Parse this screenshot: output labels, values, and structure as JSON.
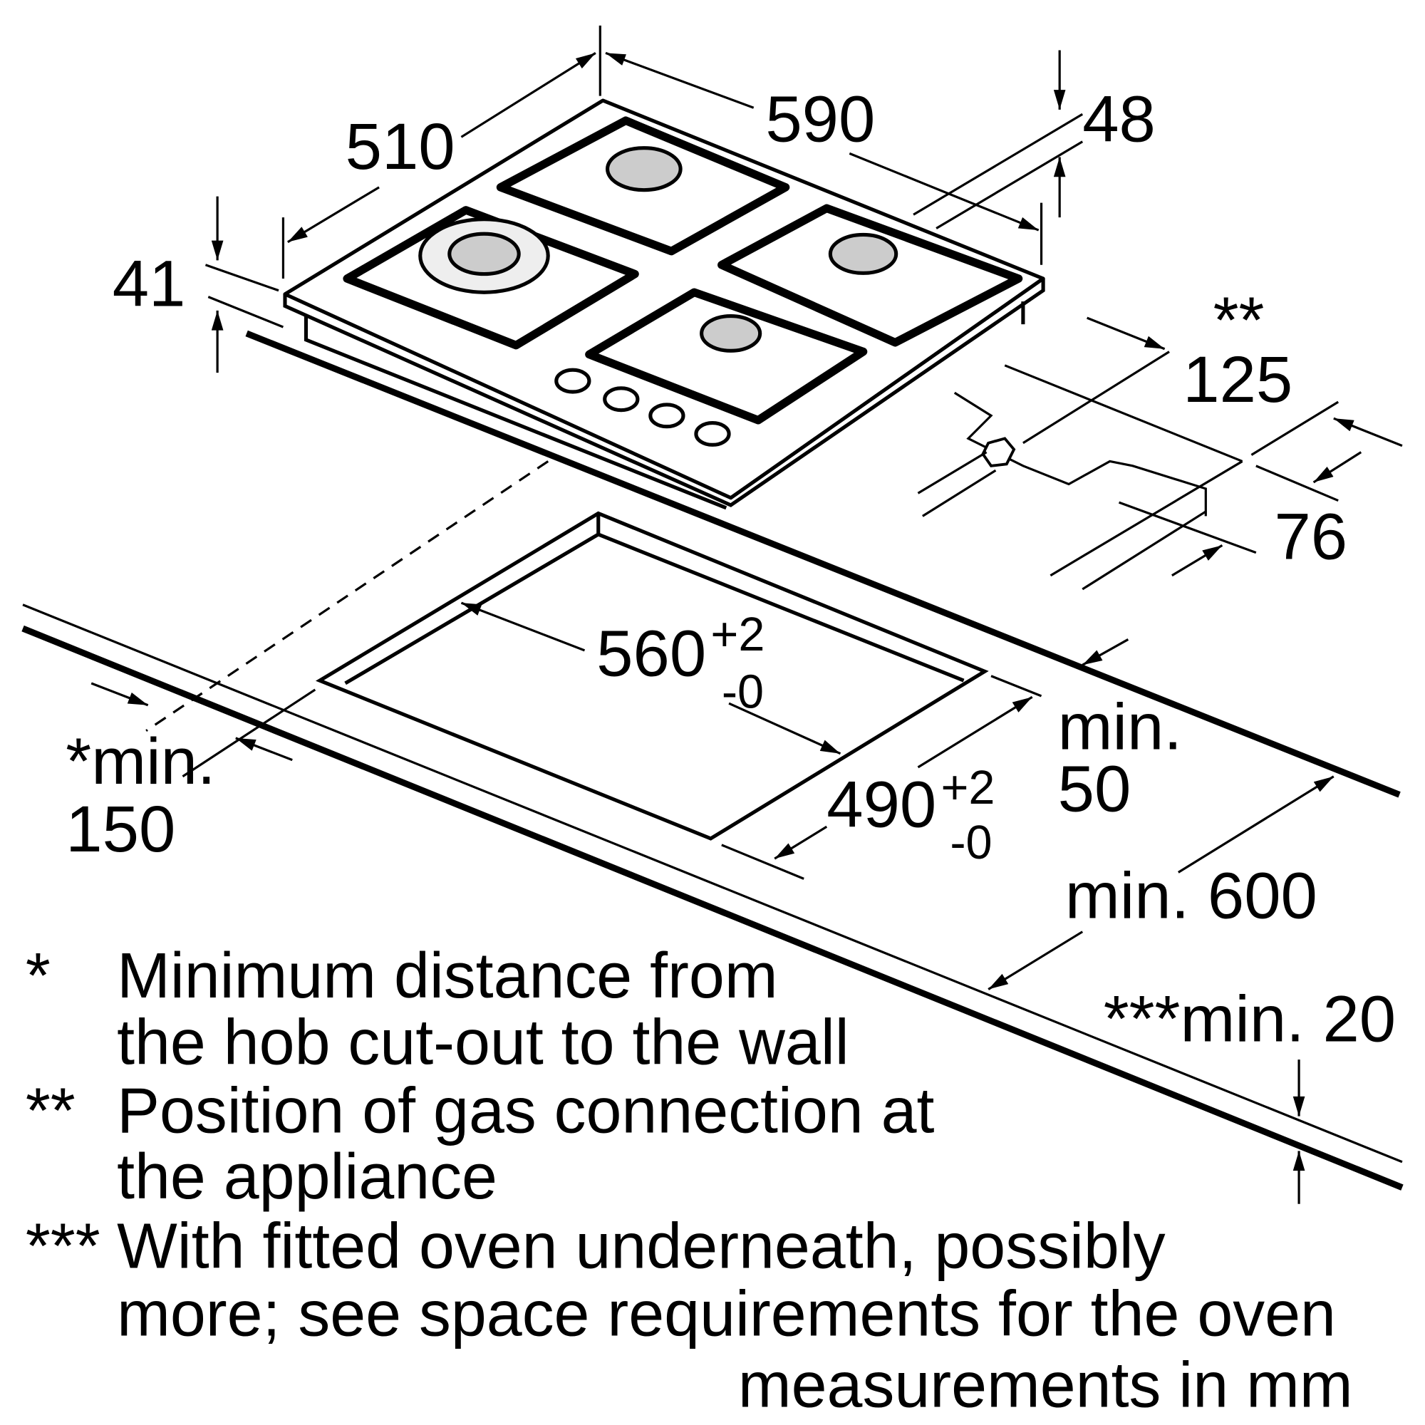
{
  "dimensions": {
    "depth": "510",
    "width": "590",
    "height_back": "48",
    "height_front": "41",
    "gas_mark": "**",
    "gas_offset": "125",
    "gas_depth": "76",
    "cutout_width": "560",
    "cutout_width_tol_plus": "+2",
    "cutout_width_tol_minus": "-0",
    "cutout_depth": "490",
    "cutout_depth_tol_plus": "+2",
    "cutout_depth_tol_minus": "-0",
    "min_back_label": "min.",
    "min_back_value": "50",
    "min_wall_label": "*min.",
    "min_wall_value": "150",
    "min_counter": "min. 600",
    "min_thickness": "***min. 20"
  },
  "footnotes": [
    {
      "mark": "*",
      "lines": [
        "Minimum distance from",
        "the hob cut-out to the wall"
      ]
    },
    {
      "mark": "**",
      "lines": [
        "Position of gas connection at",
        "the appliance"
      ]
    },
    {
      "mark": "***",
      "lines": [
        "With fitted oven underneath, possibly",
        "more; see space requirements for the oven"
      ]
    }
  ],
  "units_note": "measurements in mm",
  "colors": {
    "line": "#000000",
    "burner": "#cccccc"
  }
}
